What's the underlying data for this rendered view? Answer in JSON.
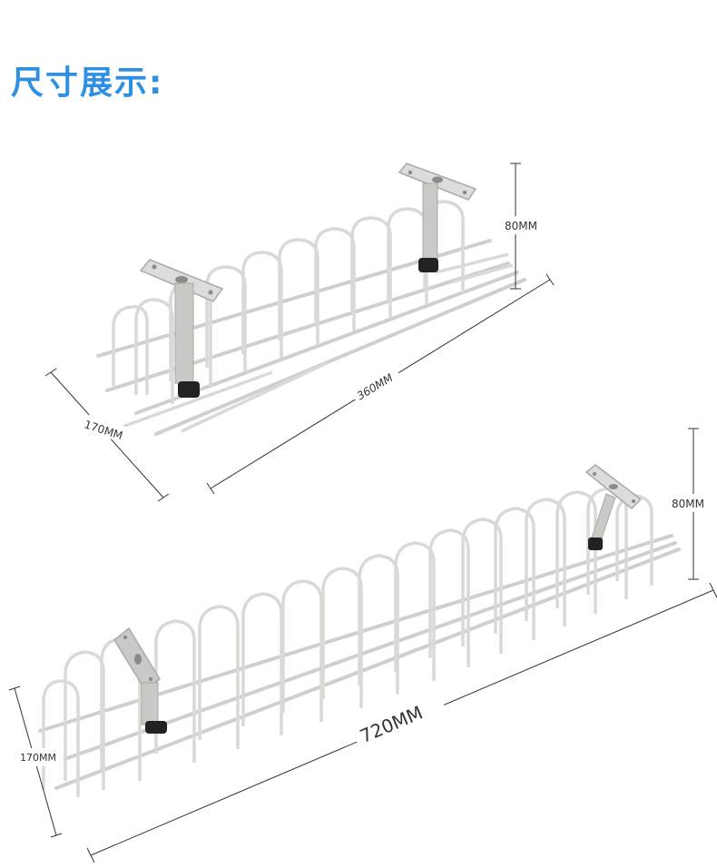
{
  "title": "尺寸展示:",
  "product_small": {
    "height_label": "80MM",
    "length_label": "360MM",
    "depth_label": "170MM"
  },
  "product_large": {
    "height_label": "80MM",
    "length_label": "720MM",
    "depth_label": "170MM"
  },
  "colors": {
    "title": "#2f8fe0",
    "wire": "#d9dad6",
    "wire_edge": "#a9aaa6",
    "dimension_line": "#333333",
    "cap": "#222222"
  }
}
